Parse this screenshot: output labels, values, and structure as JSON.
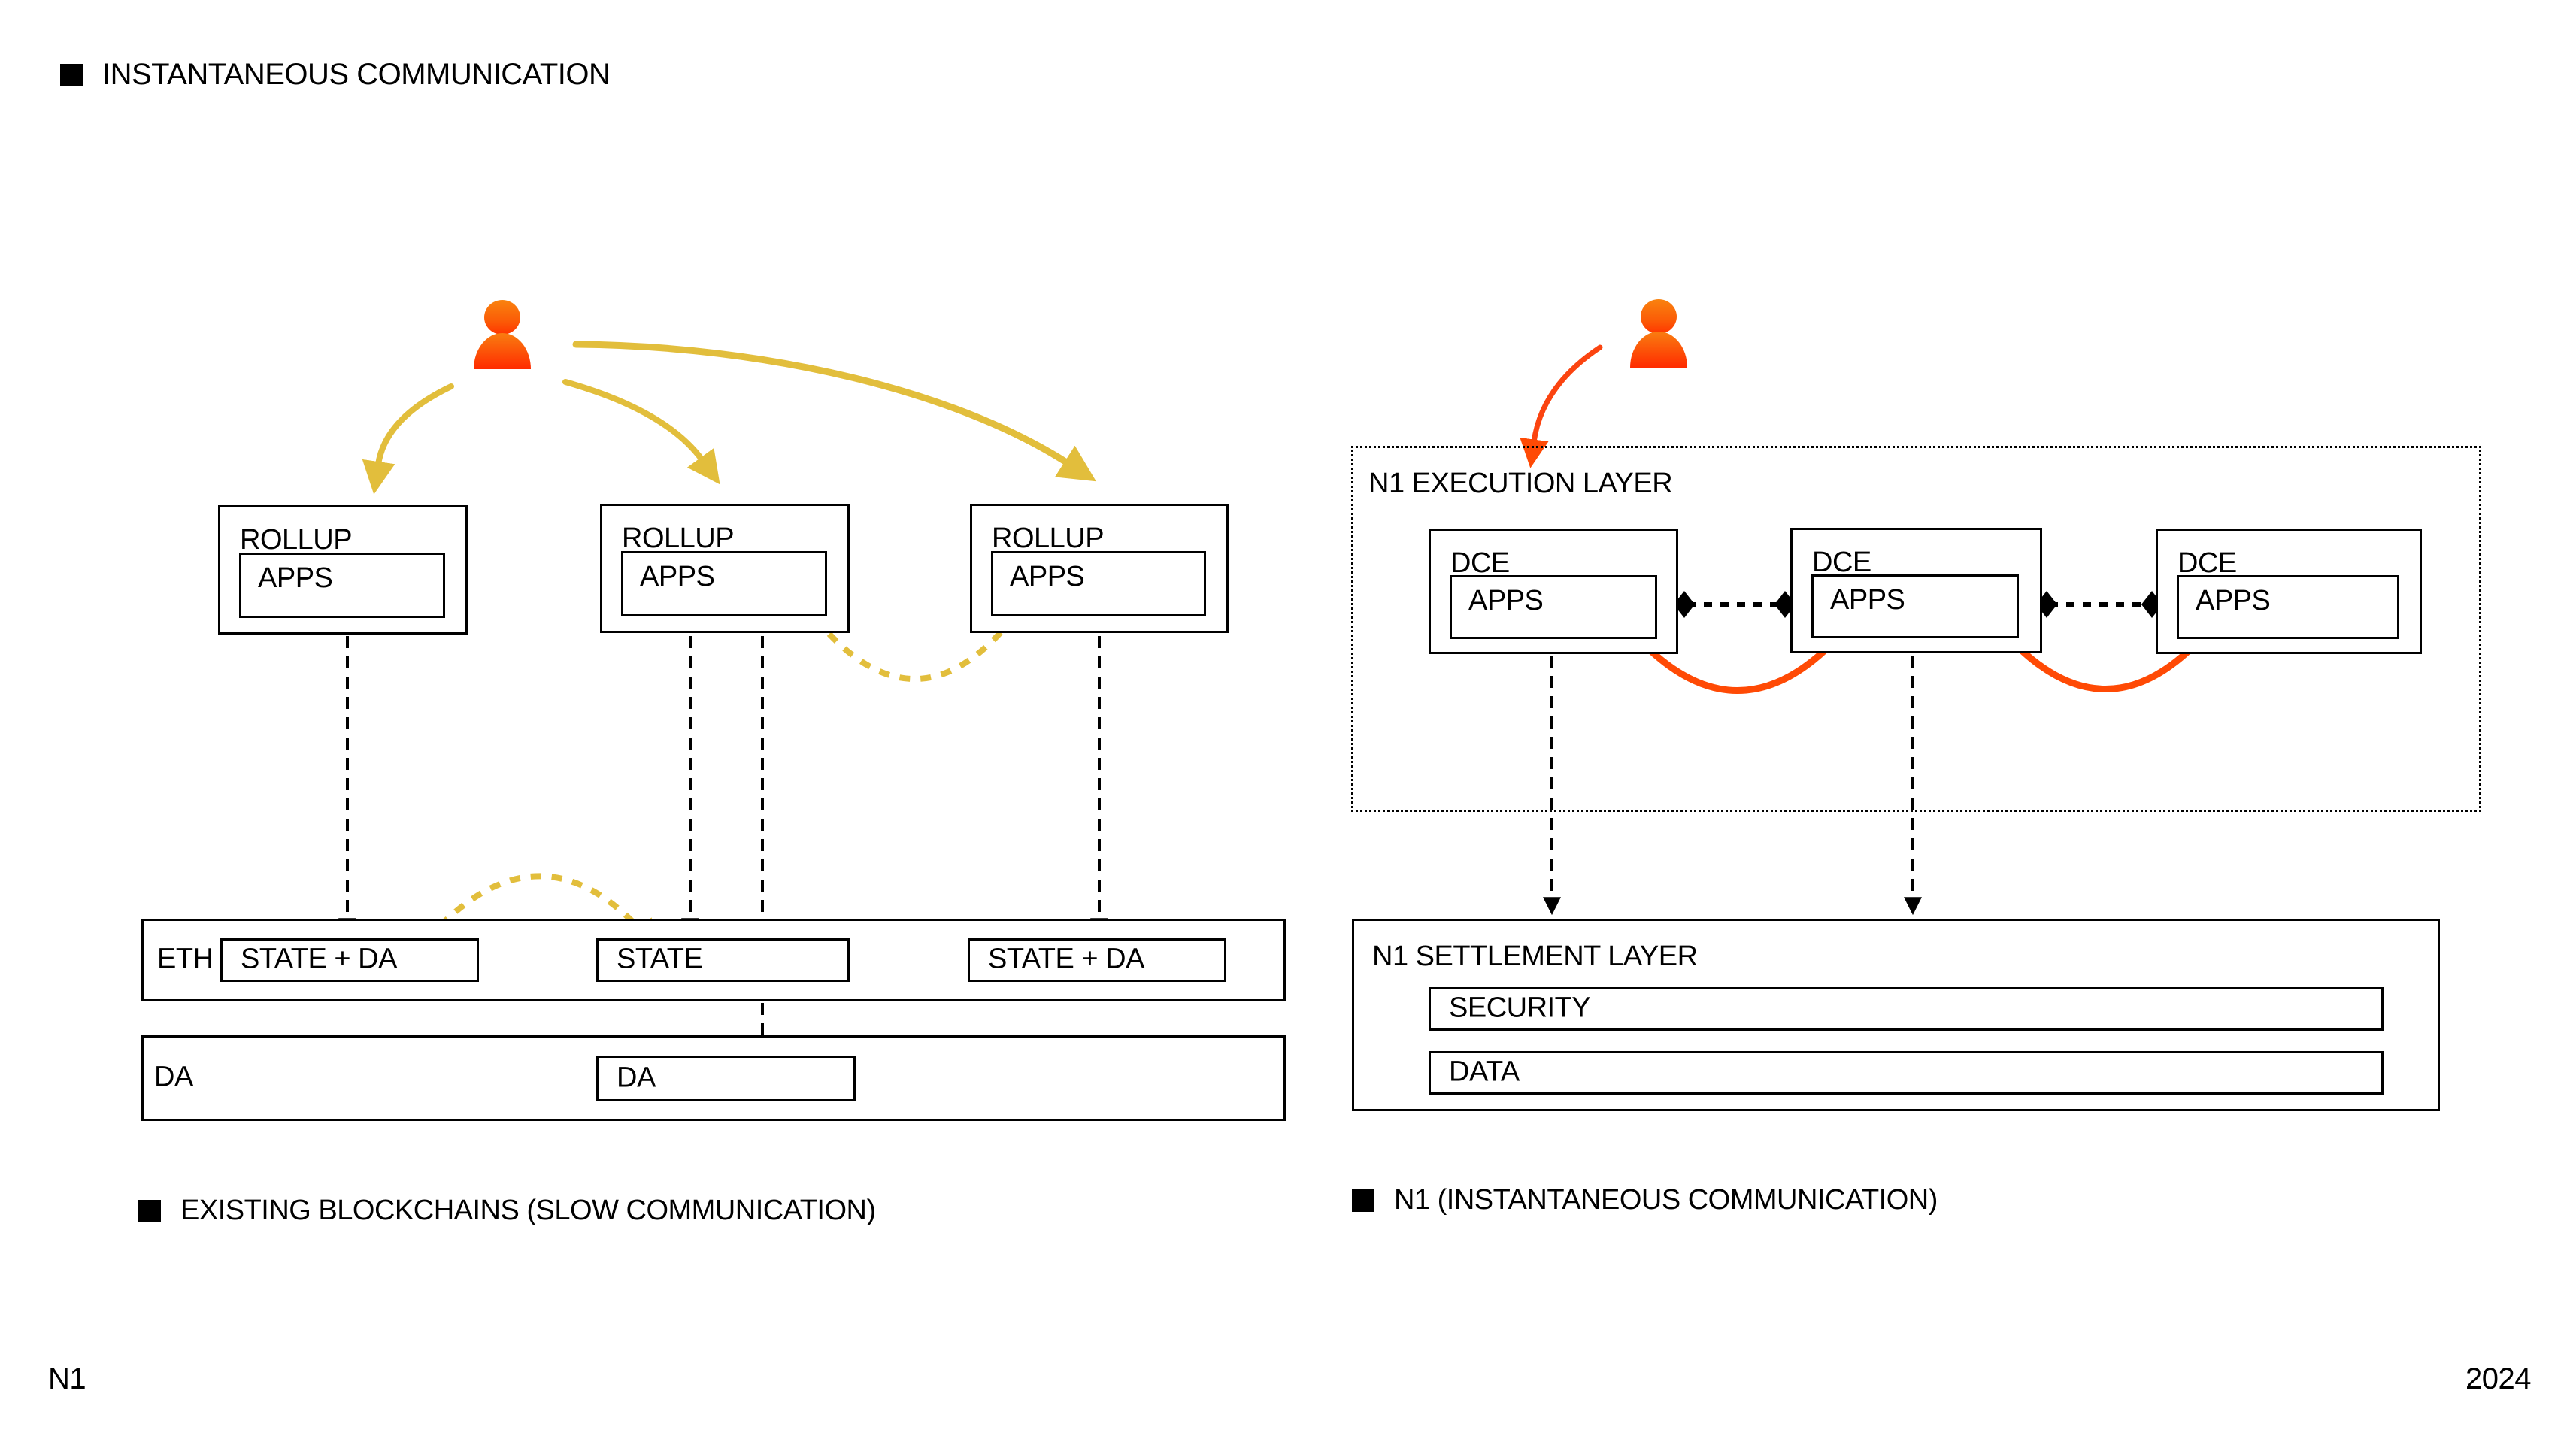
{
  "title": "INSTANTANEOUS COMMUNICATION",
  "left": {
    "rollups": [
      {
        "label": "ROLLUP",
        "apps": "APPS"
      },
      {
        "label": "ROLLUP",
        "apps": "APPS"
      },
      {
        "label": "ROLLUP",
        "apps": "APPS"
      }
    ],
    "eth_row": {
      "label": "ETH",
      "cells": [
        "STATE + DA",
        "STATE",
        "STATE + DA"
      ]
    },
    "da_row": {
      "label": "DA",
      "cell": "DA"
    },
    "caption": "EXISTING BLOCKCHAINS (SLOW COMMUNICATION)"
  },
  "right": {
    "execution": {
      "label": "N1 EXECUTION LAYER",
      "dces": [
        {
          "label": "DCE",
          "apps": "APPS"
        },
        {
          "label": "DCE",
          "apps": "APPS"
        },
        {
          "label": "DCE",
          "apps": "APPS"
        }
      ]
    },
    "settlement": {
      "label": "N1 SETTLEMENT LAYER",
      "cells": [
        "SECURITY",
        "DATA"
      ]
    },
    "caption": "N1 (INSTANTANEOUS COMMUNICATION)"
  },
  "footer": {
    "brand": "N1",
    "year": "2024"
  },
  "colors": {
    "slow_arrow_yellow": "#E2BE3C",
    "fast_arrow_orange": "#FF4A05",
    "person_top": "#F9830F",
    "person_bottom": "#FF2B00",
    "ink": "#000000"
  }
}
